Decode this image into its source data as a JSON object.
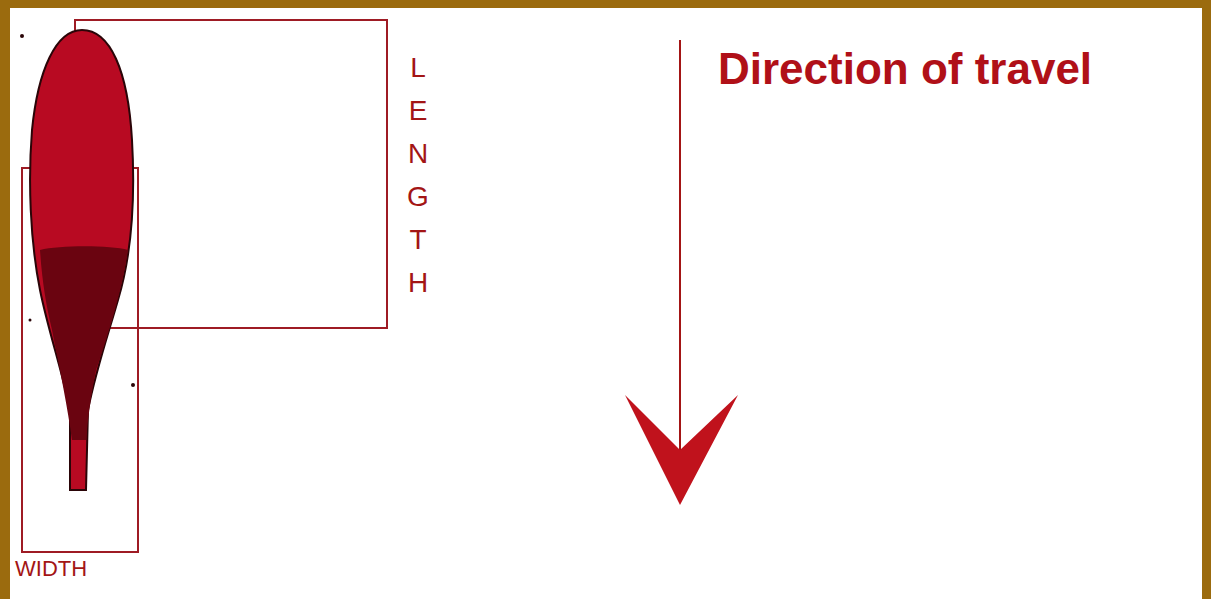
{
  "diagram": {
    "labels": [
      "LENGTH",
      "WIDTH",
      "Direction of travel"
    ]
  }
}
